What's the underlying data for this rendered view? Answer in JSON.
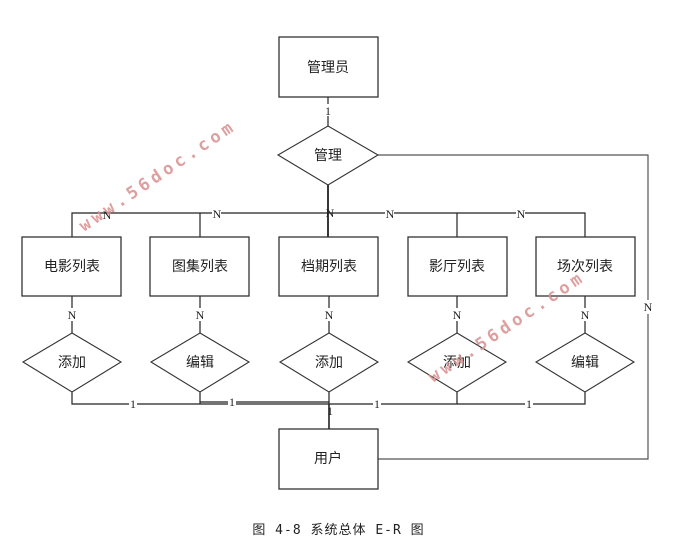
{
  "diagram": {
    "type": "er-diagram",
    "entities": {
      "admin": "管理员",
      "user": "用户",
      "lists": [
        "电影列表",
        "图集列表",
        "档期列表",
        "影厅列表",
        "场次列表"
      ]
    },
    "relationships": {
      "manage": "管理",
      "list_actions": [
        "添加",
        "编辑",
        "添加",
        "添加",
        "编辑"
      ]
    },
    "cardinality": {
      "admin_to_manage": "1",
      "manage_to_lists": [
        "N",
        "N",
        "N",
        "N",
        "N"
      ],
      "lists_to_actions": [
        "N",
        "N",
        "N",
        "N",
        "N"
      ],
      "actions_to_user": [
        "1",
        "1",
        "1",
        "1",
        "1"
      ],
      "manage_to_user": "N"
    },
    "watermark": "www.56doc.com",
    "caption": "图 4-8 系统总体 E-R 图"
  }
}
